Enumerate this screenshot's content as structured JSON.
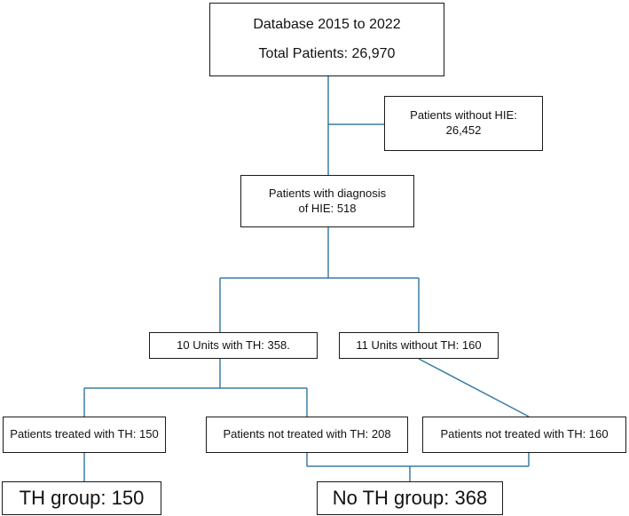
{
  "colors": {
    "connector": "#3a7ca5",
    "border": "#1a1a1a",
    "text": "#111111"
  },
  "boxes": {
    "database": {
      "line1": "Database 2015 to 2022",
      "line2": "Total Patients: 26,970"
    },
    "without_hie": {
      "line1": "Patients without HIE:",
      "line2": "26,452"
    },
    "with_hie": {
      "line1": "Patients with diagnosis",
      "line2": "of HIE: 518"
    },
    "units_with_th": {
      "label": "10 Units with TH: 358."
    },
    "units_without_th": {
      "label": "11 Units without TH: 160"
    },
    "treated_th": {
      "label": "Patients treated with TH: 150"
    },
    "not_treated_208": {
      "label": "Patients not treated with TH: 208"
    },
    "not_treated_160": {
      "label": "Patients not treated with TH: 160"
    },
    "th_group": {
      "label": "TH group: 150"
    },
    "no_th_group": {
      "label": "No TH group: 368"
    }
  }
}
